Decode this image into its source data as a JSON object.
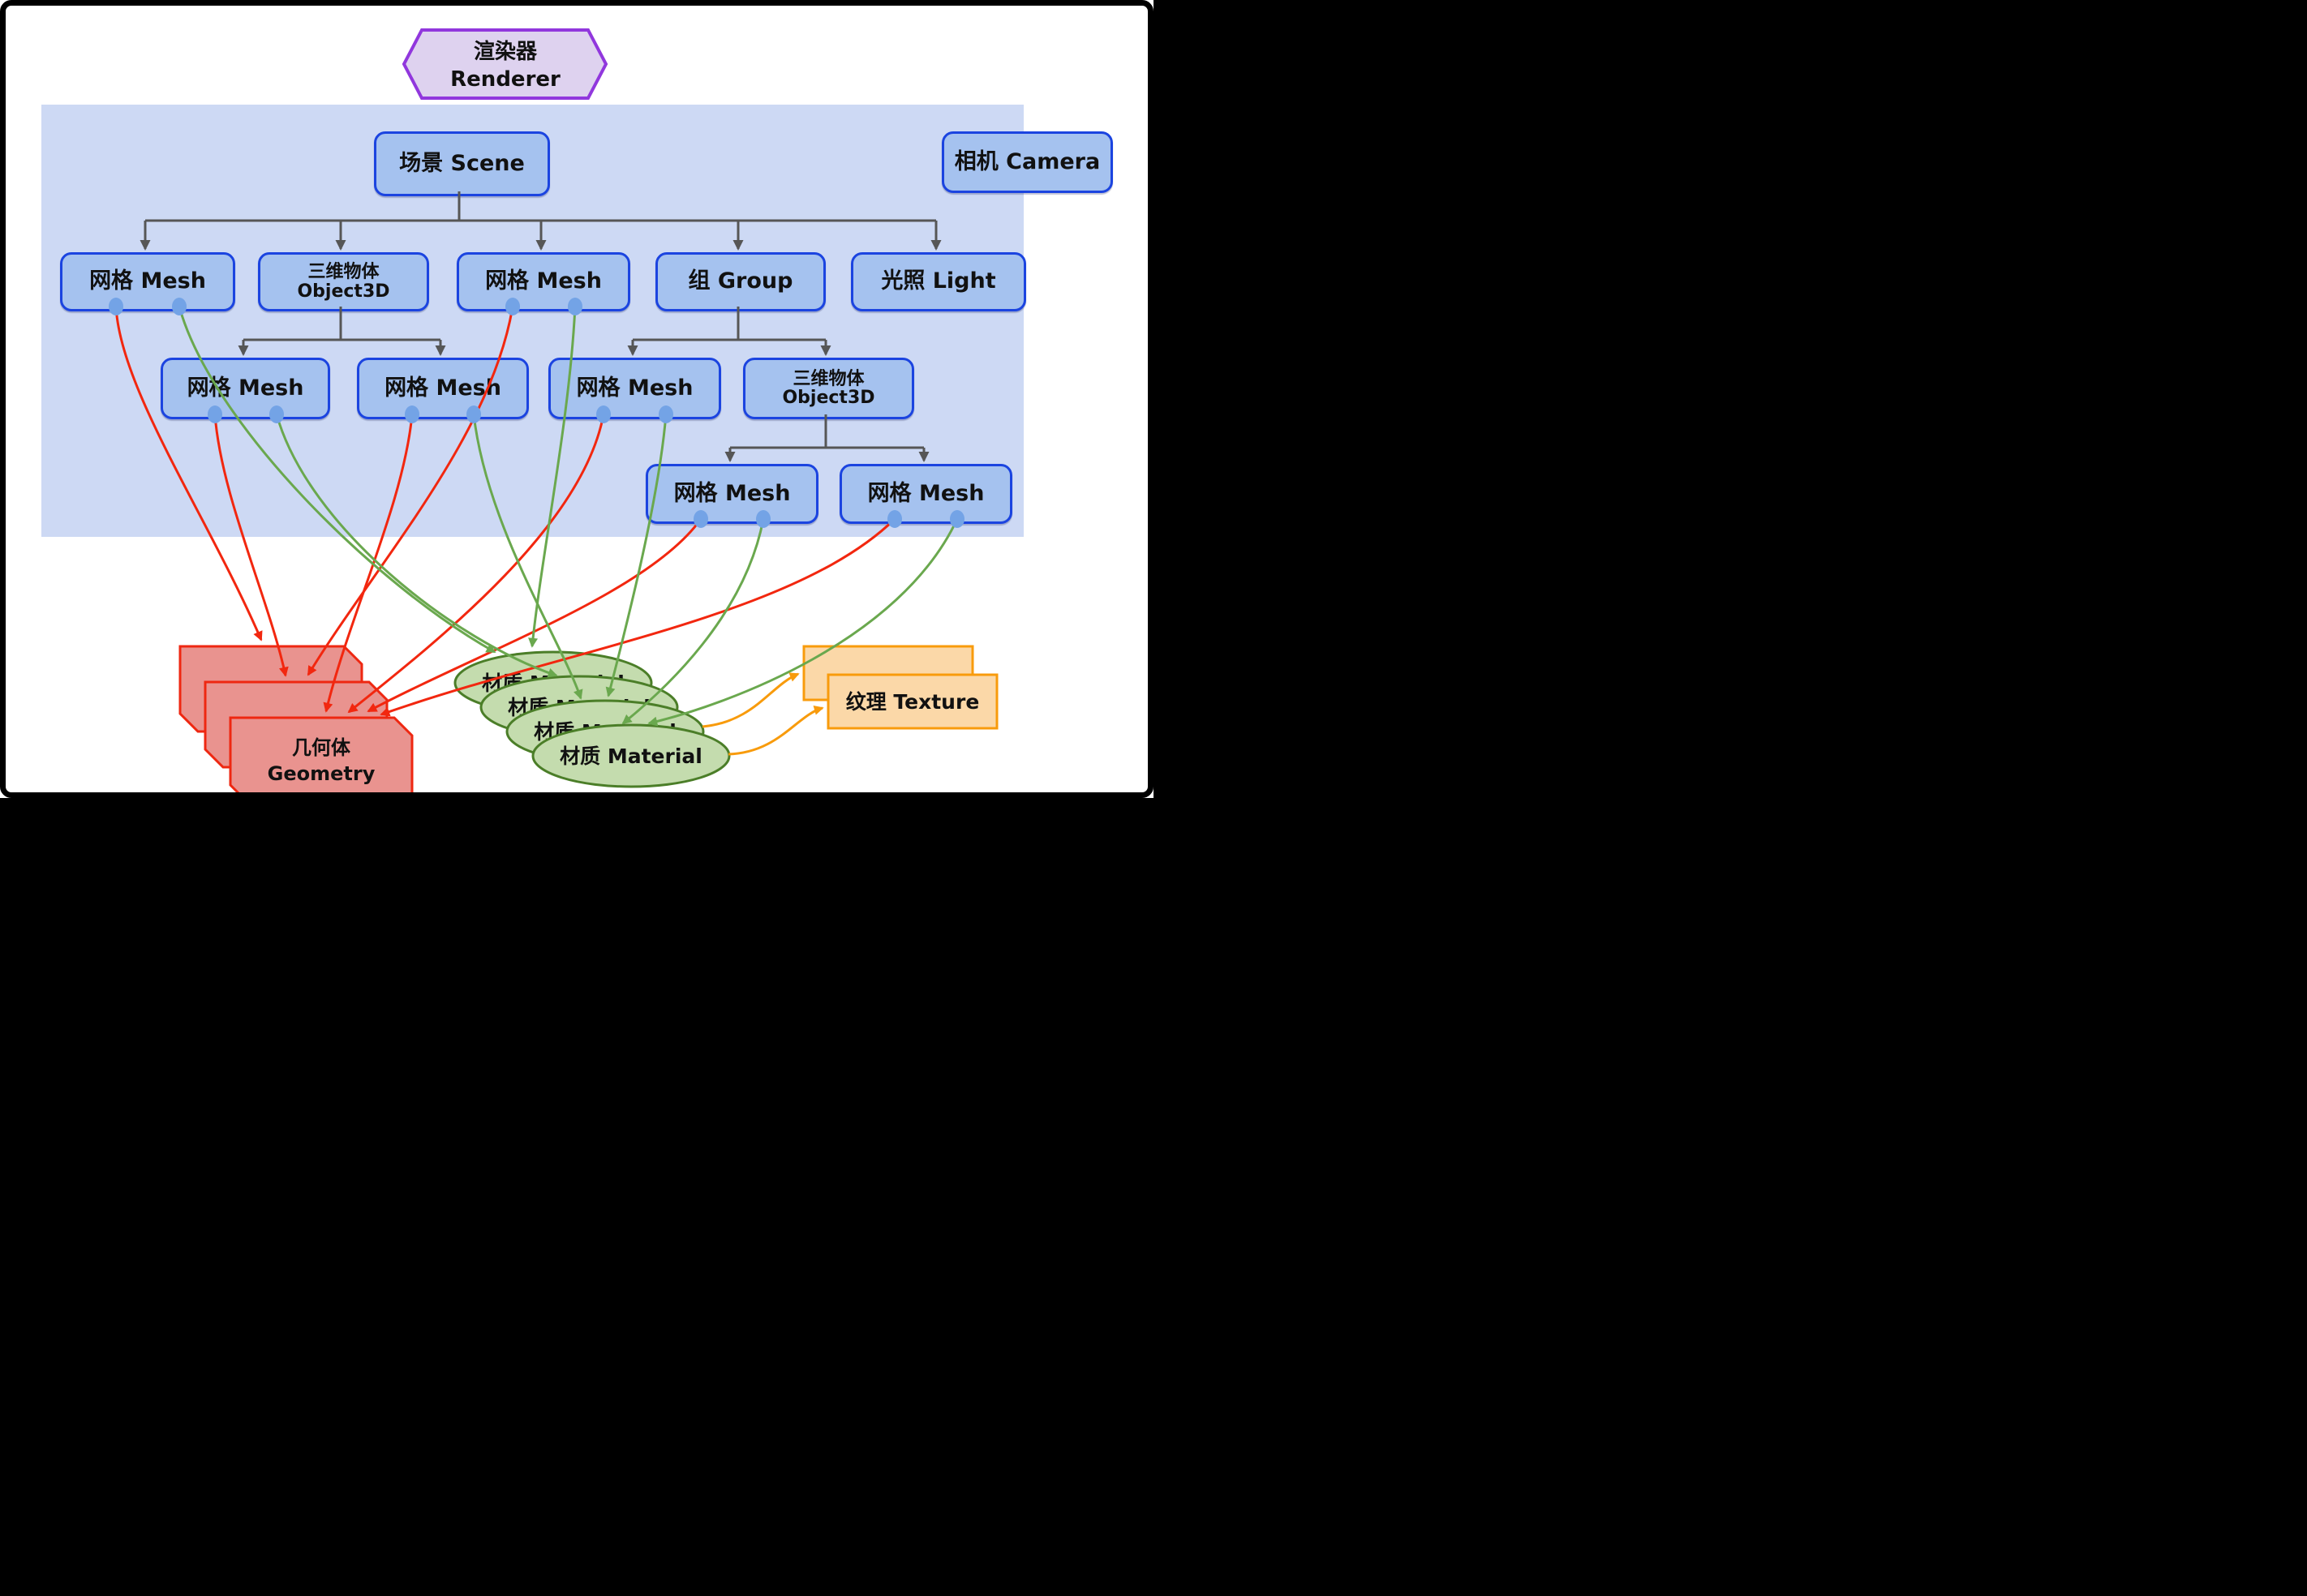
{
  "labels": {
    "renderer_line1": "渲染器",
    "renderer_line2": "Renderer",
    "scene": "场景 Scene",
    "camera": "相机 Camera",
    "mesh": "网格 Mesh",
    "object3d_line1": "三维物体",
    "object3d_line2": "Object3D",
    "group": "组 Group",
    "light": "光照 Light",
    "geometry_line1": "几何体",
    "geometry_line2": "Geometry",
    "material": "材质 Material",
    "texture": "纹理 Texture"
  },
  "colors": {
    "node_fill": "#a5c2ef",
    "node_border": "#1b44e0",
    "container_fill": "#cdd9f4",
    "renderer_fill": "#ded2ef",
    "renderer_border": "#9137dd",
    "geometry_fill": "#e9938f",
    "geometry_border": "#ee2711",
    "material_fill": "#c4dcae",
    "material_border": "#4b7e28",
    "texture_fill": "#fbd8a8",
    "texture_border": "#f89b0c",
    "tree_edge": "#565656",
    "geometry_edge": "#f2270f",
    "material_edge": "#6aa84e",
    "texture_edge": "#f89b0c",
    "port_fill": "#73a3e6"
  },
  "edges": {
    "tree": [
      {
        "from": "scene",
        "to": "mesh-1"
      },
      {
        "from": "scene",
        "to": "object3d-1"
      },
      {
        "from": "scene",
        "to": "mesh-2"
      },
      {
        "from": "scene",
        "to": "group"
      },
      {
        "from": "scene",
        "to": "light"
      },
      {
        "from": "object3d-1",
        "to": "mesh-3"
      },
      {
        "from": "object3d-1",
        "to": "mesh-4"
      },
      {
        "from": "group",
        "to": "mesh-5"
      },
      {
        "from": "group",
        "to": "object3d-2"
      },
      {
        "from": "object3d-2",
        "to": "mesh-6"
      },
      {
        "from": "object3d-2",
        "to": "mesh-7"
      }
    ],
    "geometry_refs": [
      "mesh-1",
      "mesh-2",
      "mesh-3",
      "mesh-4",
      "mesh-5",
      "mesh-6",
      "mesh-7"
    ],
    "material_refs": [
      "mesh-1",
      "mesh-2",
      "mesh-3",
      "mesh-4",
      "mesh-5",
      "mesh-6",
      "mesh-7"
    ],
    "texture_refs": [
      "material",
      "material"
    ]
  }
}
